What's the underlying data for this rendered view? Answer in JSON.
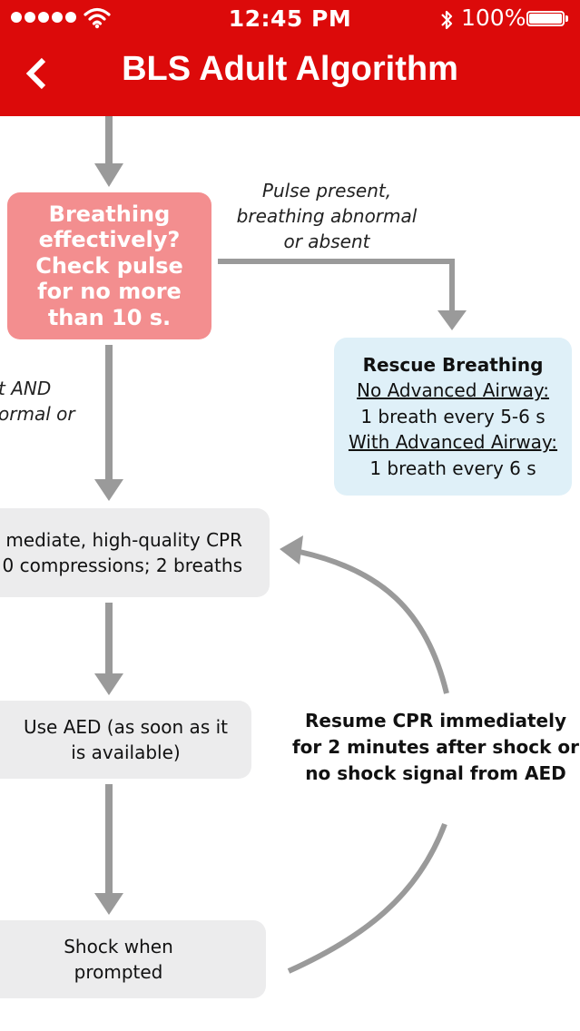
{
  "status_bar": {
    "time": "12:45 PM",
    "battery": "100%"
  },
  "header": {
    "title": "BLS Adult Algorithm"
  },
  "flowchart": {
    "check_box": [
      "Breathing",
      "effectively?",
      "Check pulse",
      "for no more",
      "than 10 s."
    ],
    "pulse_present_label": [
      "Pulse present,",
      "breathing abnormal",
      "or absent"
    ],
    "left_partial_label": [
      "t AND",
      "ormal or"
    ],
    "rescue_box": {
      "title": "Rescue Breathing",
      "no_airway_label": "No Advanced Airway:",
      "no_airway_rate": "1 breath every 5-6 s",
      "with_airway_label": "With Advanced Airway:",
      "with_airway_rate": "1 breath every 6 s"
    },
    "cpr_box": [
      "mediate, high-quality CPR",
      "0 compressions; 2 breaths"
    ],
    "aed_box": [
      "Use AED (as soon as it",
      "is available)"
    ],
    "shock_box": [
      "Shock when",
      "prompted"
    ],
    "resume_label": [
      "Resume CPR immediately",
      "for 2 minutes after shock or",
      "no shock signal from AED"
    ]
  },
  "colors": {
    "header_red": "#dc0a0a",
    "pink_box": "#f38e8f",
    "blue_box": "#dff0f8",
    "grey_box": "#ececed",
    "arrow_grey": "#9a9a9a"
  }
}
